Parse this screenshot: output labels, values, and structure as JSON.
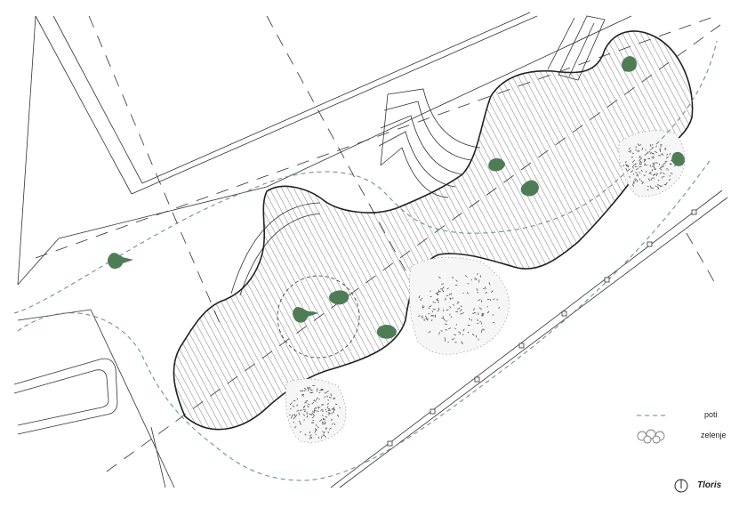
{
  "legend": {
    "items": [
      {
        "label": "poti",
        "symbol": "dashed-line",
        "color": "#5f8a86"
      },
      {
        "label": "zelenje",
        "symbol": "shrub-icon",
        "color": "#555555"
      }
    ]
  },
  "title": {
    "text": "Tloris",
    "symbol": "north-arrow-icon"
  },
  "colors": {
    "linework": "#333333",
    "hatch": "#444444",
    "tree": "#4e7d55",
    "path": "#5f8a86"
  },
  "icons": [
    "tree-icon",
    "shrub-icon",
    "north-arrow-icon"
  ]
}
